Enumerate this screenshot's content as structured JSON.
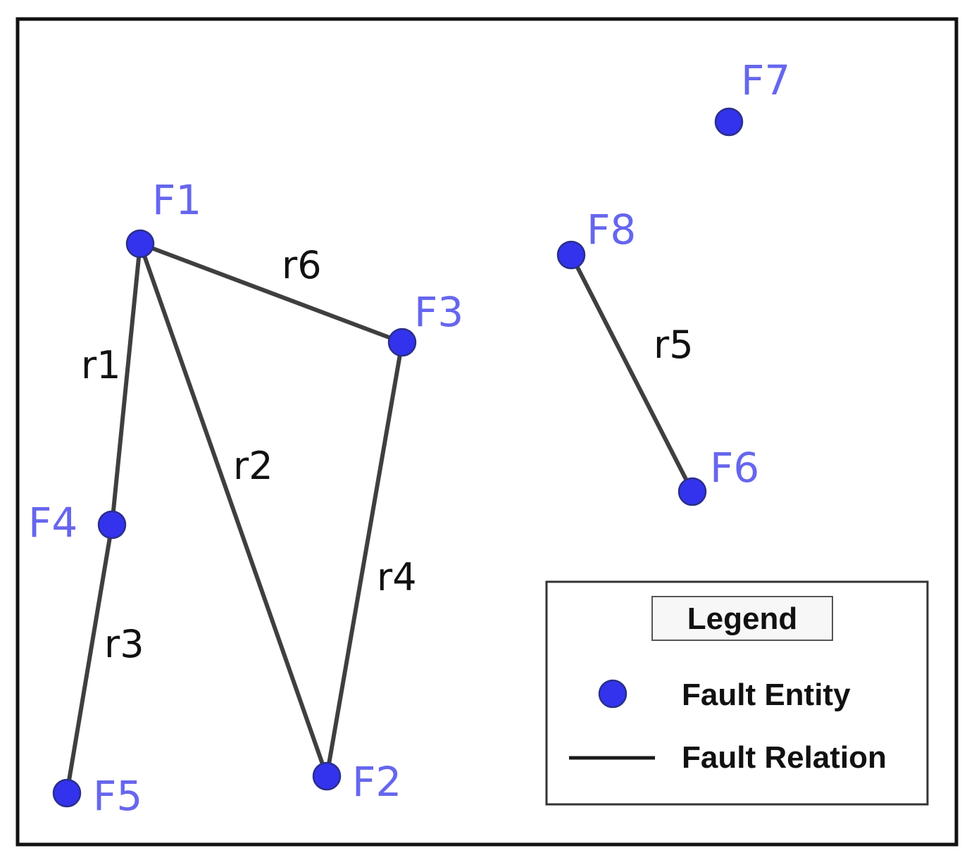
{
  "colors": {
    "node_fill": "#3333ee",
    "node_label": "#6666ee",
    "edge": "#3f3f3f",
    "edge_label": "#111111"
  },
  "nodes": [
    {
      "id": "F1",
      "label": "F1"
    },
    {
      "id": "F2",
      "label": "F2"
    },
    {
      "id": "F3",
      "label": "F3"
    },
    {
      "id": "F4",
      "label": "F4"
    },
    {
      "id": "F5",
      "label": "F5"
    },
    {
      "id": "F6",
      "label": "F6"
    },
    {
      "id": "F7",
      "label": "F7"
    },
    {
      "id": "F8",
      "label": "F8"
    }
  ],
  "edges": [
    {
      "id": "r1",
      "label": "r1",
      "from": "F1",
      "to": "F4"
    },
    {
      "id": "r2",
      "label": "r2",
      "from": "F1",
      "to": "F2"
    },
    {
      "id": "r3",
      "label": "r3",
      "from": "F4",
      "to": "F5"
    },
    {
      "id": "r4",
      "label": "r4",
      "from": "F3",
      "to": "F2"
    },
    {
      "id": "r5",
      "label": "r5",
      "from": "F8",
      "to": "F6"
    },
    {
      "id": "r6",
      "label": "r6",
      "from": "F1",
      "to": "F3"
    }
  ],
  "legend": {
    "title": "Legend",
    "entity_label": "Fault Entity",
    "relation_label": "Fault Relation"
  }
}
